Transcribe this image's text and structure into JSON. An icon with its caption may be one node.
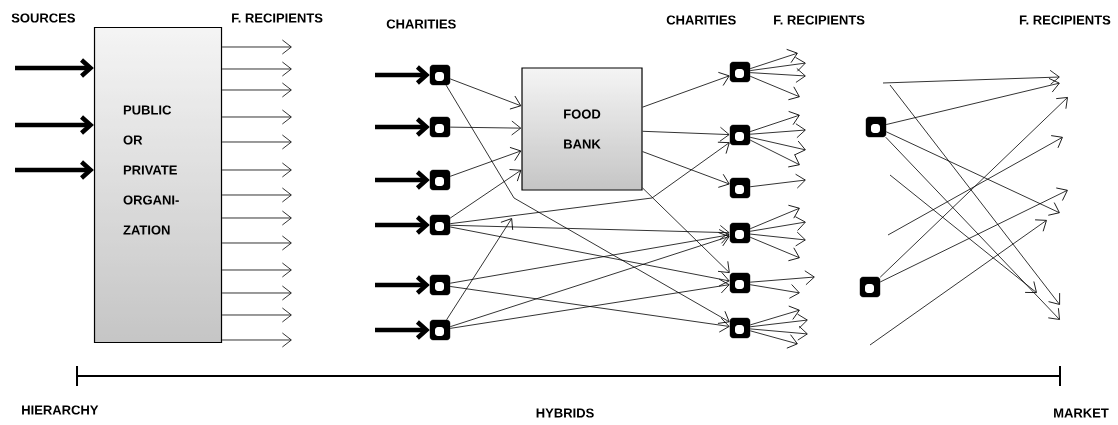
{
  "diagram": {
    "nodes": [
      {
        "text": [
          "PUBLIC OR PRIVATE ORGANI- ZATION"
        ]
      },
      {
        "text": [
          "FOOD BANK"
        ]
      },
      {
        "text": [],
        "shape": "box"
      },
      {
        "text": [],
        "shape": "box"
      },
      {
        "text": [],
        "shape": "box"
      },
      {
        "text": [],
        "shape": "box"
      },
      {
        "text": [],
        "shape": "box"
      },
      {
        "text": [],
        "shape": "box"
      },
      {
        "text": [],
        "shape": "box"
      },
      {
        "text": [],
        "shape": "box"
      },
      {
        "text": [],
        "shape": "box"
      },
      {
        "text": [],
        "shape": "box"
      },
      {
        "text": [],
        "shape": "box"
      },
      {
        "text": [],
        "shape": "box"
      },
      {
        "text": [],
        "shape": "box"
      },
      {
        "text": [],
        "shape": "box"
      }
    ],
    "edges": [
      {
        "from": null,
        "to": 0,
        "arrow": "to",
        "style": "thick"
      },
      {
        "from": null,
        "to": 0,
        "arrow": "to",
        "style": "thick"
      },
      {
        "from": null,
        "to": 0,
        "arrow": "to",
        "style": "thick"
      },
      {
        "from": 0,
        "to": null,
        "arrow": "to"
      },
      {
        "from": 0,
        "to": null,
        "arrow": "to"
      },
      {
        "from": 0,
        "to": null,
        "arrow": "to"
      },
      {
        "from": 0,
        "to": null,
        "arrow": "to"
      },
      {
        "from": 0,
        "to": null,
        "arrow": "to"
      },
      {
        "from": 0,
        "to": null,
        "arrow": "to"
      },
      {
        "from": 0,
        "to": null,
        "arrow": "to"
      },
      {
        "from": 0,
        "to": null,
        "arrow": "to"
      },
      {
        "from": 0,
        "to": null,
        "arrow": "to"
      },
      {
        "from": 0,
        "to": null,
        "arrow": "to"
      },
      {
        "from": 0,
        "to": null,
        "arrow": "to"
      },
      {
        "from": 0,
        "to": null,
        "arrow": "to"
      },
      {
        "from": 0,
        "to": null,
        "arrow": "to"
      },
      {
        "from": null,
        "to": 2,
        "arrow": "to",
        "style": "thick"
      },
      {
        "from": null,
        "to": 3,
        "arrow": "to",
        "style": "thick"
      },
      {
        "from": null,
        "to": 4,
        "arrow": "to",
        "style": "thick"
      },
      {
        "from": null,
        "to": 5,
        "arrow": "to",
        "style": "thick"
      },
      {
        "from": null,
        "to": 6,
        "arrow": "to",
        "style": "thick"
      },
      {
        "from": null,
        "to": 7,
        "arrow": "to",
        "style": "thick"
      },
      {
        "from": 2,
        "to": 1,
        "arrow": "to"
      },
      {
        "from": 3,
        "to": 1,
        "arrow": "to"
      },
      {
        "from": 4,
        "to": 1,
        "arrow": "to"
      },
      {
        "from": 5,
        "to": 1,
        "arrow": "to"
      },
      {
        "from": 2,
        "to": 13,
        "arrow": "to"
      },
      {
        "from": 5,
        "to": 9,
        "arrow": "to"
      },
      {
        "from": 5,
        "to": 11,
        "arrow": "to"
      },
      {
        "from": 5,
        "to": 12,
        "arrow": "to"
      },
      {
        "from": 6,
        "to": 11,
        "arrow": "to"
      },
      {
        "from": 6,
        "to": 13,
        "arrow": "to"
      },
      {
        "from": 7,
        "to": null,
        "arrow": "to"
      },
      {
        "from": 7,
        "to": 11,
        "arrow": "to"
      },
      {
        "from": 7,
        "to": 12,
        "arrow": "to"
      },
      {
        "from": 1,
        "to": 8,
        "arrow": "to"
      },
      {
        "from": 1,
        "to": 9,
        "arrow": "to"
      },
      {
        "from": 1,
        "to": 10,
        "arrow": "to"
      },
      {
        "from": 1,
        "to": 12,
        "arrow": "to"
      },
      {
        "from": 8,
        "to": null,
        "arrow": "to"
      },
      {
        "from": 8,
        "to": null,
        "arrow": "to"
      },
      {
        "from": 8,
        "to": null,
        "arrow": "to"
      },
      {
        "from": 8,
        "to": null,
        "arrow": "to"
      },
      {
        "from": 9,
        "to": null,
        "arrow": "to"
      },
      {
        "from": 9,
        "to": null,
        "arrow": "to"
      },
      {
        "from": 9,
        "to": null,
        "arrow": "to"
      },
      {
        "from": 9,
        "to": null,
        "arrow": "to"
      },
      {
        "from": 10,
        "to": null,
        "arrow": "to"
      },
      {
        "from": 11,
        "to": null,
        "arrow": "to"
      },
      {
        "from": 11,
        "to": null,
        "arrow": "to"
      },
      {
        "from": 11,
        "to": null,
        "arrow": "to"
      },
      {
        "from": 11,
        "to": null,
        "arrow": "to"
      },
      {
        "from": 12,
        "to": null,
        "arrow": "to"
      },
      {
        "from": 12,
        "to": null,
        "arrow": "to"
      },
      {
        "from": 13,
        "to": null,
        "arrow": "to"
      },
      {
        "from": 13,
        "to": null,
        "arrow": "to"
      },
      {
        "from": 13,
        "to": null,
        "arrow": "to"
      },
      {
        "from": 13,
        "to": null,
        "arrow": "to"
      },
      {
        "from": 14,
        "to": null,
        "arrow": "to"
      },
      {
        "from": 14,
        "to": null,
        "arrow": "to"
      },
      {
        "from": 14,
        "to": null,
        "arrow": "to"
      },
      {
        "from": 15,
        "to": null,
        "arrow": "to"
      },
      {
        "from": 15,
        "to": null,
        "arrow": "to"
      }
    ],
    "labels": [
      "SOURCES",
      "F. RECIPIENTS",
      "CHARITIES",
      "CHARITIES",
      "F. RECIPIENTS",
      "F. RECIPIENTS",
      "HIERARCHY",
      "HYBRIDS",
      "MARKET"
    ]
  }
}
